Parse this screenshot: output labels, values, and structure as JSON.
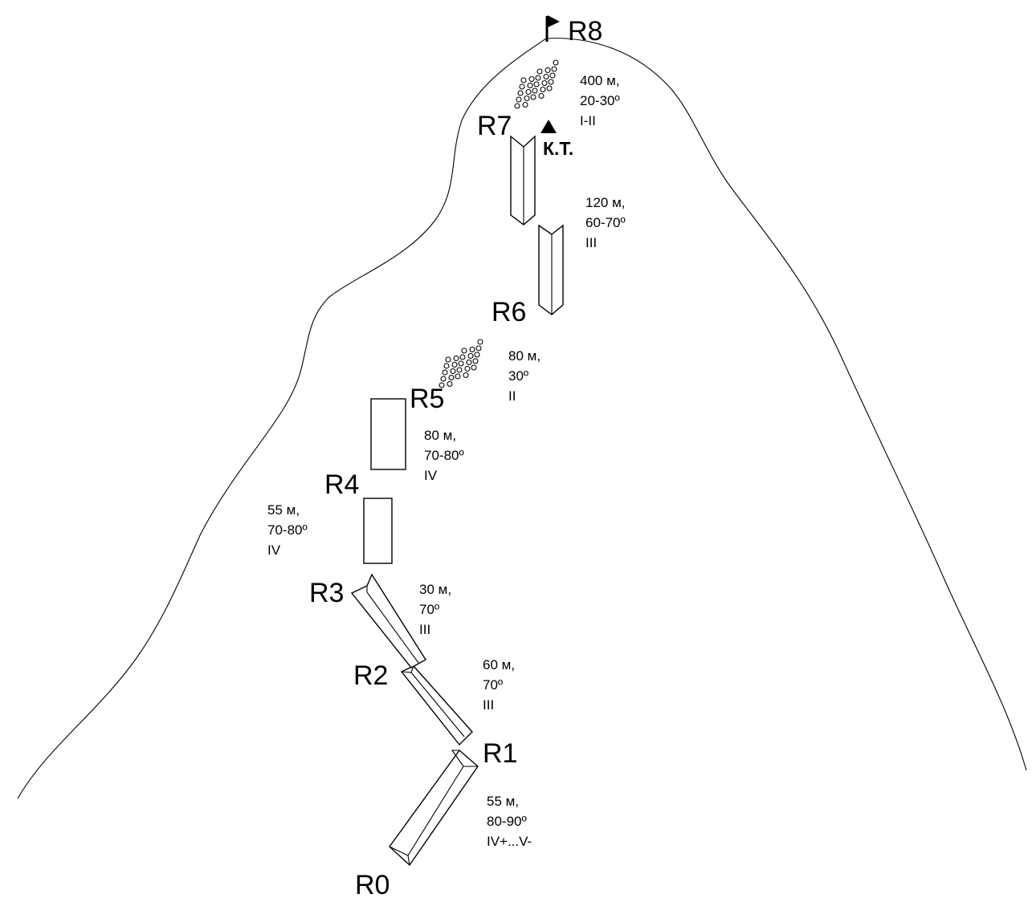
{
  "points": {
    "r0": "R0",
    "r1": "R1",
    "r2": "R2",
    "r3": "R3",
    "r4": "R4",
    "r5": "R5",
    "r6": "R6",
    "r7": "R7",
    "r8": "R8"
  },
  "control_point": "К.Т.",
  "sections": [
    {
      "id": "r0-r1",
      "lines": [
        "55 м,",
        "80-90º",
        "IV+...V-"
      ]
    },
    {
      "id": "r1-r2",
      "lines": [
        "60 м,",
        "70º",
        "III"
      ]
    },
    {
      "id": "r2-r3",
      "lines": [
        "30 м,",
        "70º",
        "III"
      ]
    },
    {
      "id": "r3-r4",
      "lines": [
        "55 м,",
        "70-80º",
        "IV"
      ]
    },
    {
      "id": "r4-r5",
      "lines": [
        "80 м,",
        "70-80º",
        "IV"
      ]
    },
    {
      "id": "r5-r6",
      "lines": [
        "80 м,",
        "30º",
        "II"
      ]
    },
    {
      "id": "r6-r7",
      "lines": [
        "120 м,",
        "60-70º",
        "III"
      ]
    },
    {
      "id": "r7-r8",
      "lines": [
        "400 м,",
        "20-30º",
        "I-II"
      ]
    }
  ]
}
